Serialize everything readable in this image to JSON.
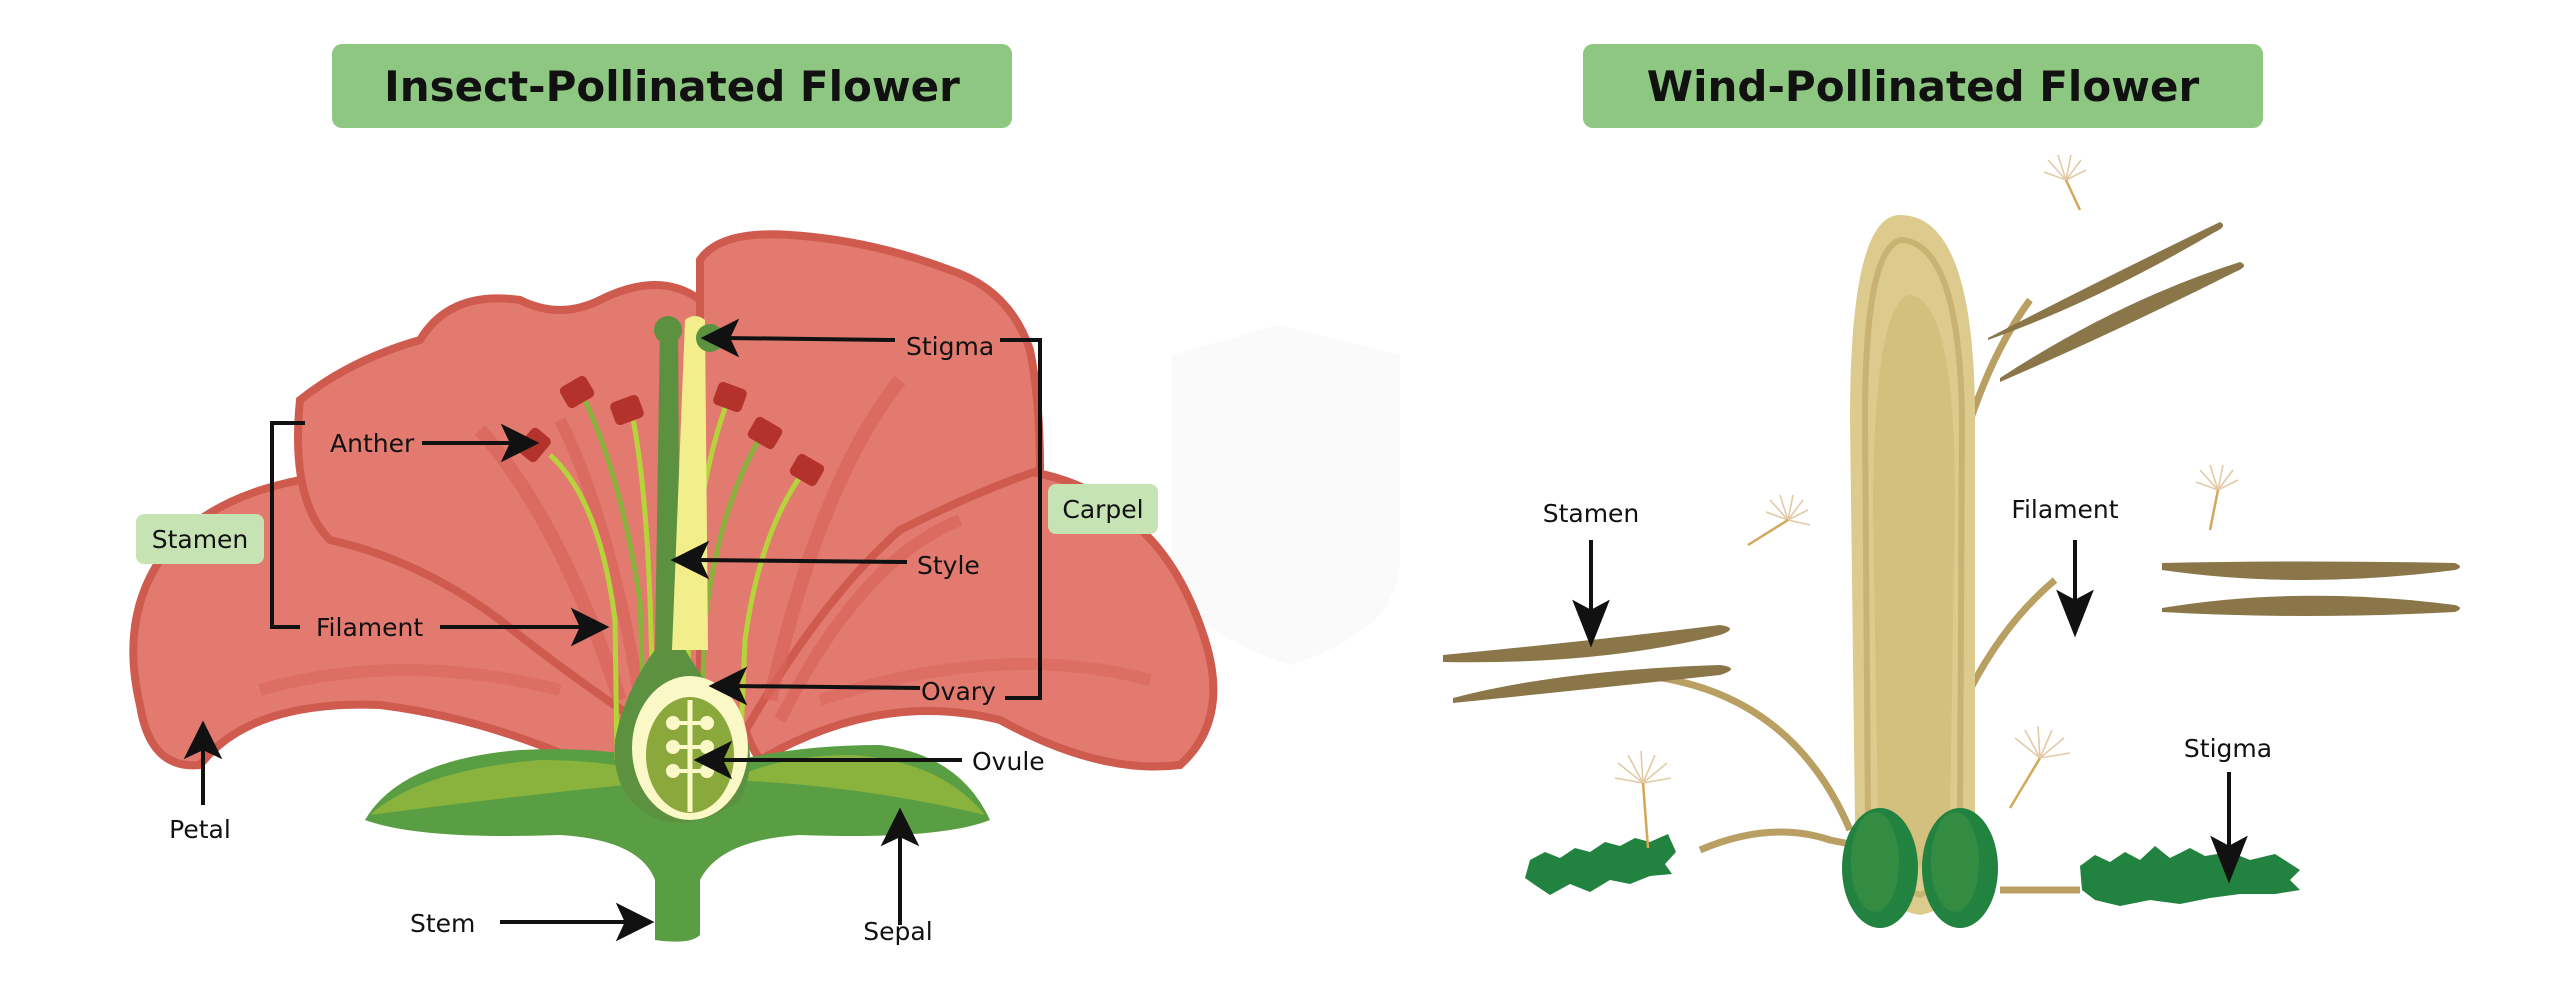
{
  "titles": {
    "insect": "Insect-Pollinated Flower",
    "wind": "Wind-Pollinated Flower"
  },
  "insect_flower": {
    "group_labels": {
      "stamen": "Stamen",
      "carpel": "Carpel"
    },
    "labels": {
      "anther": "Anther",
      "filament": "Filament",
      "stigma": "Stigma",
      "style": "Style",
      "ovary": "Ovary",
      "ovule": "Ovule",
      "petal": "Petal",
      "stem": "Stem",
      "sepal": "Sepal"
    }
  },
  "wind_flower": {
    "labels": {
      "stamen": "Stamen",
      "filament": "Filament",
      "stigma": "Stigma"
    }
  },
  "colors": {
    "title_bg": "#8ec781",
    "tag_bg": "#c6e3b3",
    "petal": "#e27a70",
    "petal_edge": "#cf5a4e",
    "sepal": "#5a9e43",
    "anther": "#b3332c",
    "wind_bract": "#dccb8d",
    "wind_anther": "#8a7648",
    "wind_stigma": "#228240"
  }
}
